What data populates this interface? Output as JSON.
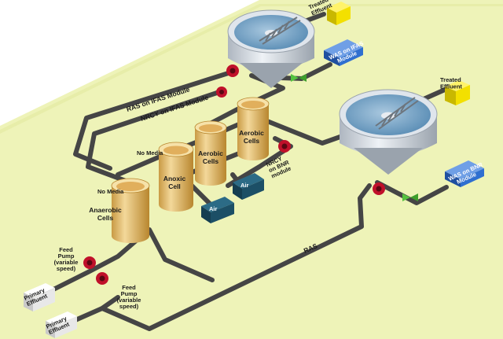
{
  "labels": {
    "treated_effluent_top": [
      "Treated",
      "Effluent"
    ],
    "treated_effluent_right": [
      "Treated",
      "Effluent"
    ],
    "was_ifas": [
      "WAS on IFAS",
      "Module"
    ],
    "was_bnr": [
      "WAS on BNR",
      "Module"
    ],
    "ras_ifas": "RAS on IFAS Module",
    "nrcy_ifas": "NRCY on IFAS Module",
    "nrcy_bnr": [
      "NRCY",
      "on BNR",
      "module"
    ],
    "ras": "RAS",
    "no_media_top": "No Media",
    "no_media_left": "No Media",
    "anaerobic": [
      "Anaerobic",
      "Cells"
    ],
    "anoxic": [
      "Anoxic",
      "Cell"
    ],
    "aerobic_mid": [
      "Aerobic",
      "Cells"
    ],
    "aerobic_right": [
      "Aerobic",
      "Cells"
    ],
    "air_left": "Air",
    "air_right": "Air",
    "feed_pump_top": [
      "Feed",
      "Pump",
      "(variable",
      "speed)"
    ],
    "feed_pump_bottom": [
      "Feed",
      "Pump",
      "(variable",
      "speed)"
    ],
    "primary_effluent_top": [
      "Primary",
      "Effluent"
    ],
    "primary_effluent_bottom": [
      "Primary",
      "Effluent"
    ]
  },
  "colors": {
    "platform": "#eef3b8",
    "platform_edge": "#d9e08f",
    "pipe": "#454545",
    "pipe_highlight": "#9a9a9a",
    "clarifier": "#d6dde6",
    "clarifier_water": "#6f9ec2",
    "tank": "#e9c77a",
    "tank_water": "#d99a3c",
    "effluent_box": "#f3e000",
    "was_box": "#2f6fd0",
    "air_box": "#1c4f66",
    "pump": "#c0102a",
    "valve": "#55c23f"
  }
}
